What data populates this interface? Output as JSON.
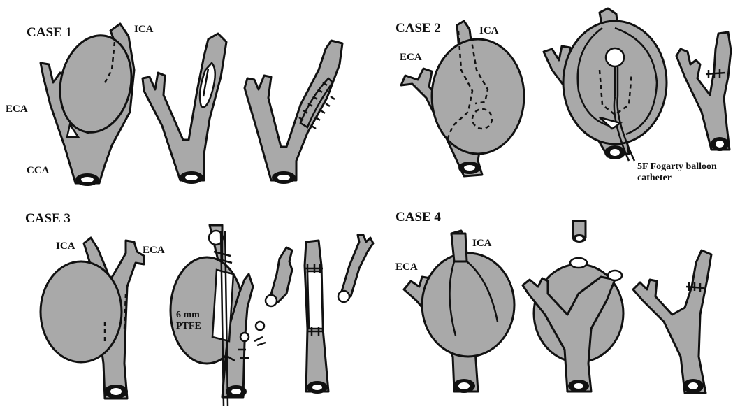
{
  "figure": {
    "cases": [
      {
        "title": "CASE 1",
        "labels": {
          "ica": "ICA",
          "eca": "ECA",
          "cca": "CCA"
        }
      },
      {
        "title": "CASE 2",
        "labels": {
          "ica": "ICA",
          "eca": "ECA"
        },
        "note_line1": "5F Fogarty balloon",
        "note_line2": "catheter"
      },
      {
        "title": "CASE 3",
        "labels": {
          "ica": "ICA",
          "eca": "ECA"
        },
        "graft_line1": "6 mm",
        "graft_line2": "PTFE"
      },
      {
        "title": "CASE 4",
        "labels": {
          "ica": "ICA",
          "eca": "ECA"
        }
      }
    ]
  }
}
